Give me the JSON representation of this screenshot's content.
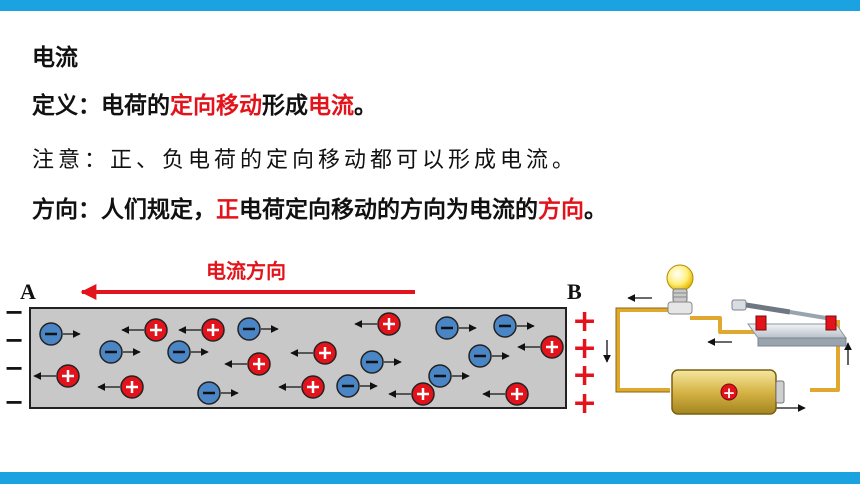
{
  "heading": "电流",
  "definition": {
    "label": "定义：",
    "text1": "电荷的",
    "highlight1": "定向移动",
    "text2": "形成",
    "highlight2": "电流",
    "end": "。"
  },
  "note": {
    "label": "注意：",
    "text": "正、负电荷的定向移动都可以形成电流。"
  },
  "direction": {
    "label": "方向：",
    "text1": "人们规定，",
    "highlight1": "正",
    "text2": "电荷定向移动的方向为电流的",
    "highlight2": "方向",
    "end": "。"
  },
  "diagram": {
    "arrow_label": "电流方向",
    "left_end": "A",
    "right_end": "B",
    "minus_sign": "−",
    "plus_sign": "+",
    "battery_plus": "+"
  },
  "colors": {
    "accent": "#1aa3e0",
    "highlight": "#e3131b",
    "positive_charge": "#e3131b",
    "negative_charge": "#4a86c5",
    "conductor": "#c8c8c8",
    "wire": "#e0a82e"
  }
}
